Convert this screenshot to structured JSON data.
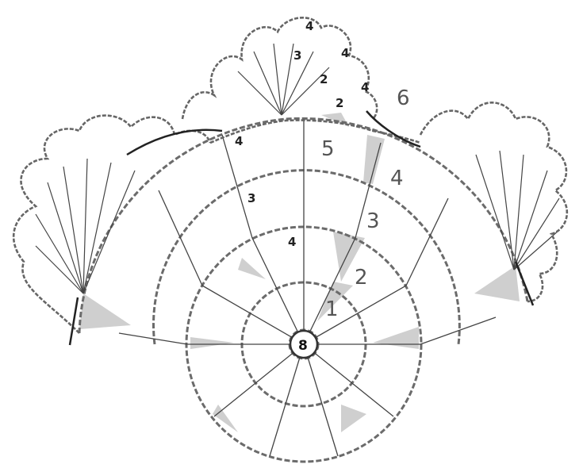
{
  "diagram": {
    "center_label": "8",
    "row_labels": {
      "ring1": "1",
      "ring2": "2",
      "ring3": "3",
      "ring4": "4",
      "band5": "5",
      "band6": "6",
      "inner_ring4": "4",
      "inner_ring3": "3",
      "outer_ring4": "4",
      "top_fan_3": "3",
      "top_fan_2a": "2",
      "top_fan_2b": "2",
      "top_fan_4a": "4",
      "top_fan_4b": "4",
      "top_fan_4c": "4"
    },
    "colors": {
      "stitch": "#6b6b6b",
      "line": "#333333",
      "shade": "#c9c9c9",
      "paper": "#ffffff"
    }
  }
}
